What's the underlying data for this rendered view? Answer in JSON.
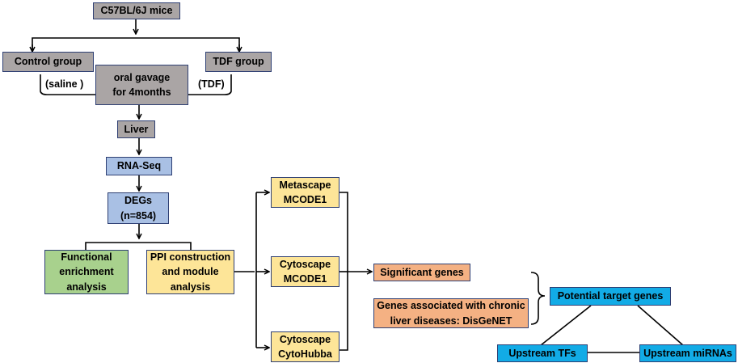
{
  "colors": {
    "gray": "#aaa5a5",
    "blue": "#a9c0e4",
    "green": "#a8d18d",
    "yellow": "#fde598",
    "orange": "#f4b183",
    "cyan": "#12abe6",
    "border": "#2e3f73"
  },
  "nodes": {
    "mice": "C57BL/6J mice",
    "control_group": "Control group",
    "tdf_group": "TDF group",
    "saline": "(saline )",
    "tdf": "(TDF)",
    "gavage": "oral gavage\nfor 4months",
    "liver": "Liver",
    "rnaseq": "RNA-Seq",
    "degs": "DEGs\n(n=854)",
    "functional": "Functional\nenrichment\nanalysis",
    "ppi": "PPI construction\nand module\nanalysis",
    "metascape": "Metascape\nMCODE1",
    "cytoscape_mcode": "Cytoscape\nMCODE1",
    "cytohubba": "Cytoscape\nCytoHubba",
    "significant": "Significant genes",
    "chronic": "Genes associated with chronic\nliver diseases: DisGeNET",
    "potential": "Potential target genes",
    "tfs": "Upstream TFs",
    "mirnas": "Upstream miRNAs"
  }
}
